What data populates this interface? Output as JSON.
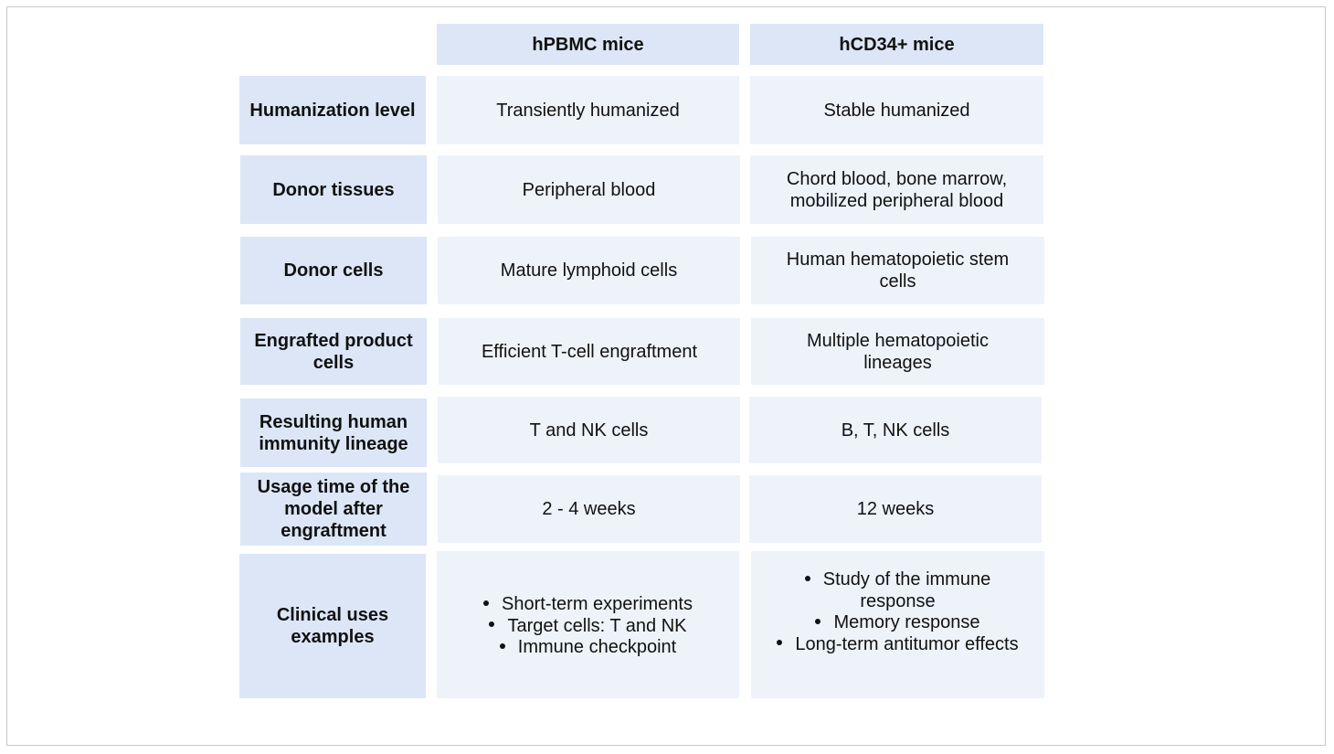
{
  "columns": {
    "col1": "hPBMC mice",
    "col2": "hCD34+ mice"
  },
  "rows": [
    {
      "label": "Humanization level",
      "col1": "Transiently humanized",
      "col2": "Stable humanized"
    },
    {
      "label": "Donor tissues",
      "col1": "Peripheral blood",
      "col2": "Chord blood, bone marrow, mobilized peripheral blood"
    },
    {
      "label": "Donor cells",
      "col1": "Mature lymphoid cells",
      "col2": "Human hematopoietic stem cells"
    },
    {
      "label": "Engrafted product cells",
      "col1": "Efficient T-cell engraftment",
      "col2": "Multiple hematopoietic lineages"
    },
    {
      "label": "Resulting human immunity lineage",
      "col1": "T and NK cells",
      "col2": "B, T, NK cells"
    },
    {
      "label": "Usage time of the model after engraftment",
      "col1": "2 - 4 weeks",
      "col2": "12 weeks"
    }
  ],
  "clinical": {
    "label": "Clinical uses examples",
    "col1": [
      "Short-term experiments",
      "Target cells: T and NK",
      "Immune checkpoint"
    ],
    "col2": [
      "Study of the immune response",
      "Memory response",
      "Long-term antitumor effects"
    ]
  }
}
